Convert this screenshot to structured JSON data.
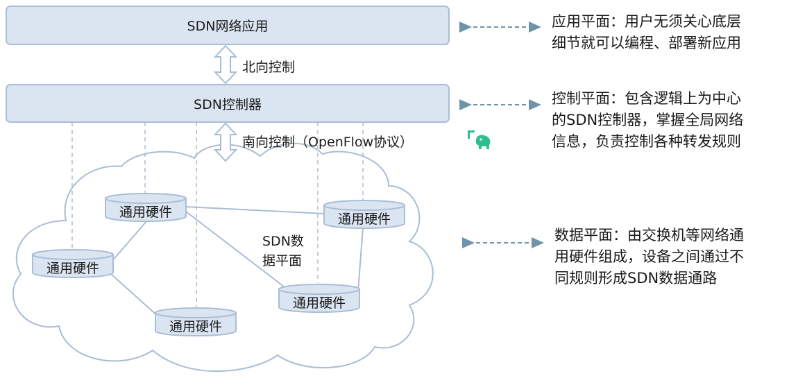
{
  "app_bar": {
    "label": "SDN网络应用"
  },
  "north_label": "北向控制",
  "controller_bar": {
    "label": "SDN控制器"
  },
  "south_label": "南向控制（OpenFlow协议）",
  "data_plane_label": [
    "SDN数",
    "据平面"
  ],
  "nodes": [
    "通用硬件",
    "通用硬件",
    "通用硬件",
    "通用硬件",
    "通用硬件"
  ],
  "descriptions": {
    "app": [
      "应用平面：用户无须关心底层",
      "细节就可以编程、部署新应用"
    ],
    "control": [
      "控制平面：包含逻辑上为中心",
      "的SDN控制器，掌握全局网络",
      "信息，负责控制各种转发规则"
    ],
    "data": [
      "数据平面：由交换机等网络通",
      "用硬件组成，设备之间通过不",
      "同规则形成SDN数据通路"
    ]
  },
  "colors": {
    "bar_fill": "#dbe5f1",
    "bar_border": "#a9bdd6",
    "line": "#a9bdd6",
    "arrow": "#6f93a8",
    "logo": "#2fbf8f"
  }
}
